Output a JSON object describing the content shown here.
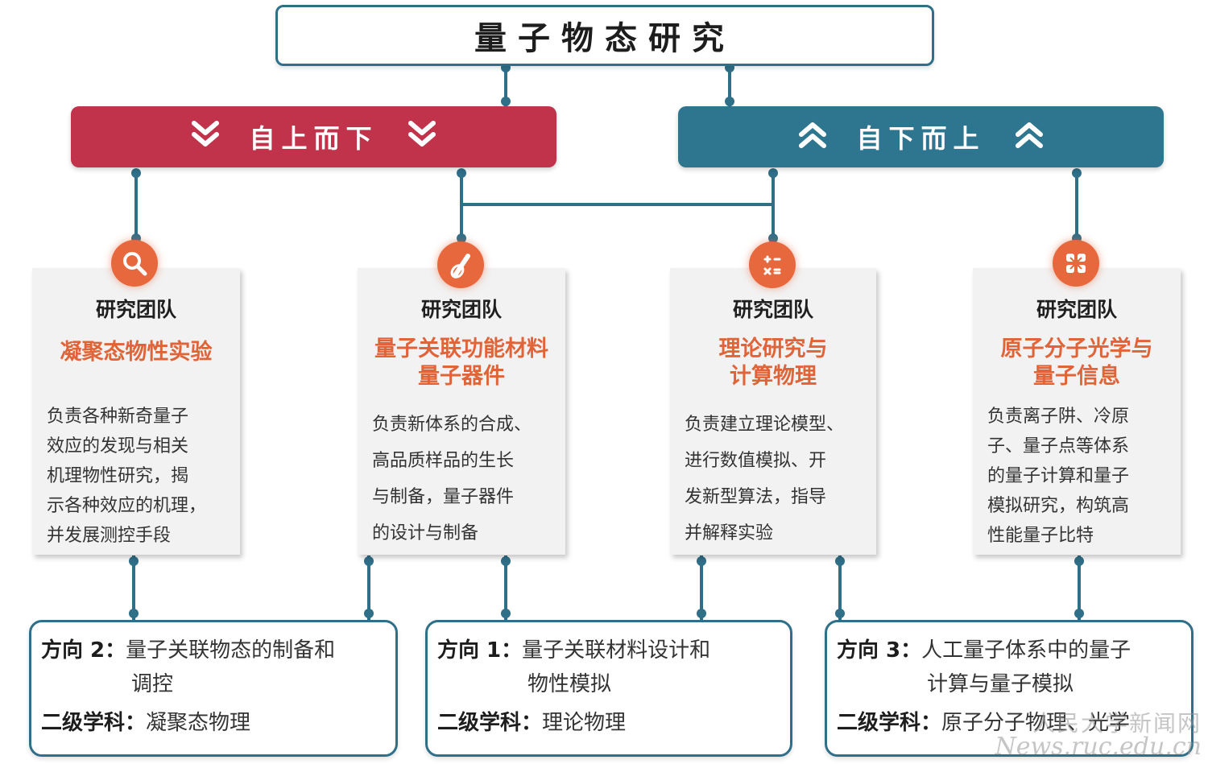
{
  "title": "量子物态研究",
  "banners": {
    "left": {
      "label": "自上而下",
      "color": "#c0334a",
      "icon": "double-chevron-down"
    },
    "right": {
      "label": "自下而上",
      "color": "#2e7690",
      "icon": "double-chevron-up"
    }
  },
  "teams": [
    {
      "heading": "研究团队",
      "name_lines": [
        "凝聚态物性实验"
      ],
      "desc_lines": [
        "负责各种新奇量子",
        "效应的发现与相关",
        "机理物性研究，揭",
        "示各种效应的机理，",
        "并发展测控手段"
      ],
      "icon": "search-icon"
    },
    {
      "heading": "研究团队",
      "name_lines": [
        "量子关联功能材料",
        "量子器件"
      ],
      "desc_lines": [
        "负责新体系的合成、",
        "高品质样品的生长",
        "与制备，量子器件",
        "的设计与制备"
      ],
      "icon": "flask-icon"
    },
    {
      "heading": "研究团队",
      "name_lines": [
        "理论研究与",
        "计算物理"
      ],
      "desc_lines": [
        "负责建立理论模型、",
        "进行数值模拟、开",
        "发新型算法，指导",
        "并解释实验"
      ],
      "icon": "calculator-icon"
    },
    {
      "heading": "研究团队",
      "name_lines": [
        "原子分子光学与",
        "量子信息"
      ],
      "desc_lines": [
        "负责离子阱、冷原",
        "子、量子点等体系",
        "的量子计算和量子",
        "模拟研究，构筑高",
        "性能量子比特"
      ],
      "icon": "network-icon"
    }
  ],
  "directions": [
    {
      "label": "方向 2",
      "topic_lines": [
        "量子关联物态的制备和",
        "调控"
      ],
      "discipline_label": "二级学科",
      "discipline": "凝聚态物理"
    },
    {
      "label": "方向 1",
      "topic_lines": [
        "量子关联材料设计和",
        "物性模拟"
      ],
      "discipline_label": "二级学科",
      "discipline": "理论物理"
    },
    {
      "label": "方向 3",
      "topic_lines": [
        "人工量子体系中的量子",
        "计算与量子模拟"
      ],
      "discipline_label": "二级学科",
      "discipline": "原子分子物理、光学"
    }
  ],
  "colors": {
    "line": "#2f6f88",
    "accent": "#e06438",
    "card_bg": "#f2f2f2"
  },
  "watermark": {
    "top": "人民大学新闻网",
    "bottom": "News.ruc.edu.cn"
  }
}
